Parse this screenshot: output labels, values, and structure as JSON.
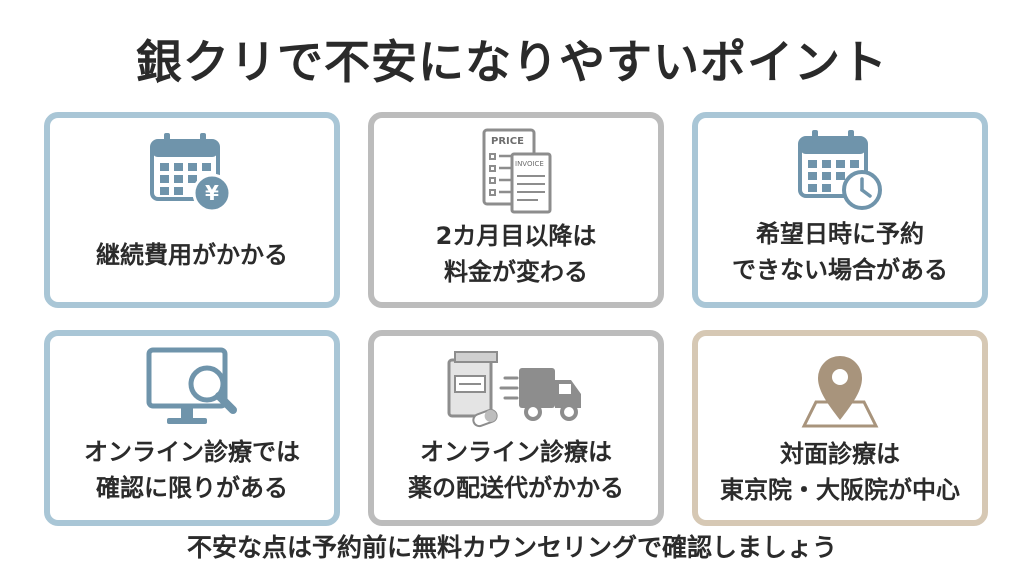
{
  "title": "銀クリで不安になりやすいポイント",
  "cards": [
    {
      "icon": "calendar-yen-icon",
      "lines": [
        "継続費用がかかる"
      ]
    },
    {
      "icon": "price-invoice-icon",
      "lines": [
        "2カ月目以降は",
        "料金が変わる"
      ],
      "icon_text": [
        "PRICE",
        "INVOICE"
      ]
    },
    {
      "icon": "calendar-clock-icon",
      "lines": [
        "希望日時に予約",
        "できない場合がある"
      ]
    },
    {
      "icon": "monitor-search-icon",
      "lines": [
        "オンライン診療では",
        "確認に限りがある"
      ]
    },
    {
      "icon": "medicine-truck-icon",
      "lines": [
        "オンライン診療は",
        "薬の配送代がかかる"
      ]
    },
    {
      "icon": "map-pin-icon",
      "lines": [
        "対面診療は",
        "東京院・大阪院が中心"
      ]
    }
  ],
  "footer": "不安な点は予約前に無料カウンセリングで確認しましょう",
  "colors": {
    "blue": "#6f94ab",
    "blue_border": "#a9c6d6",
    "gray": "#8d8d8d",
    "gray_border": "#bcbcbc",
    "tan": "#a8947c",
    "tan_border": "#d6c8b4"
  }
}
